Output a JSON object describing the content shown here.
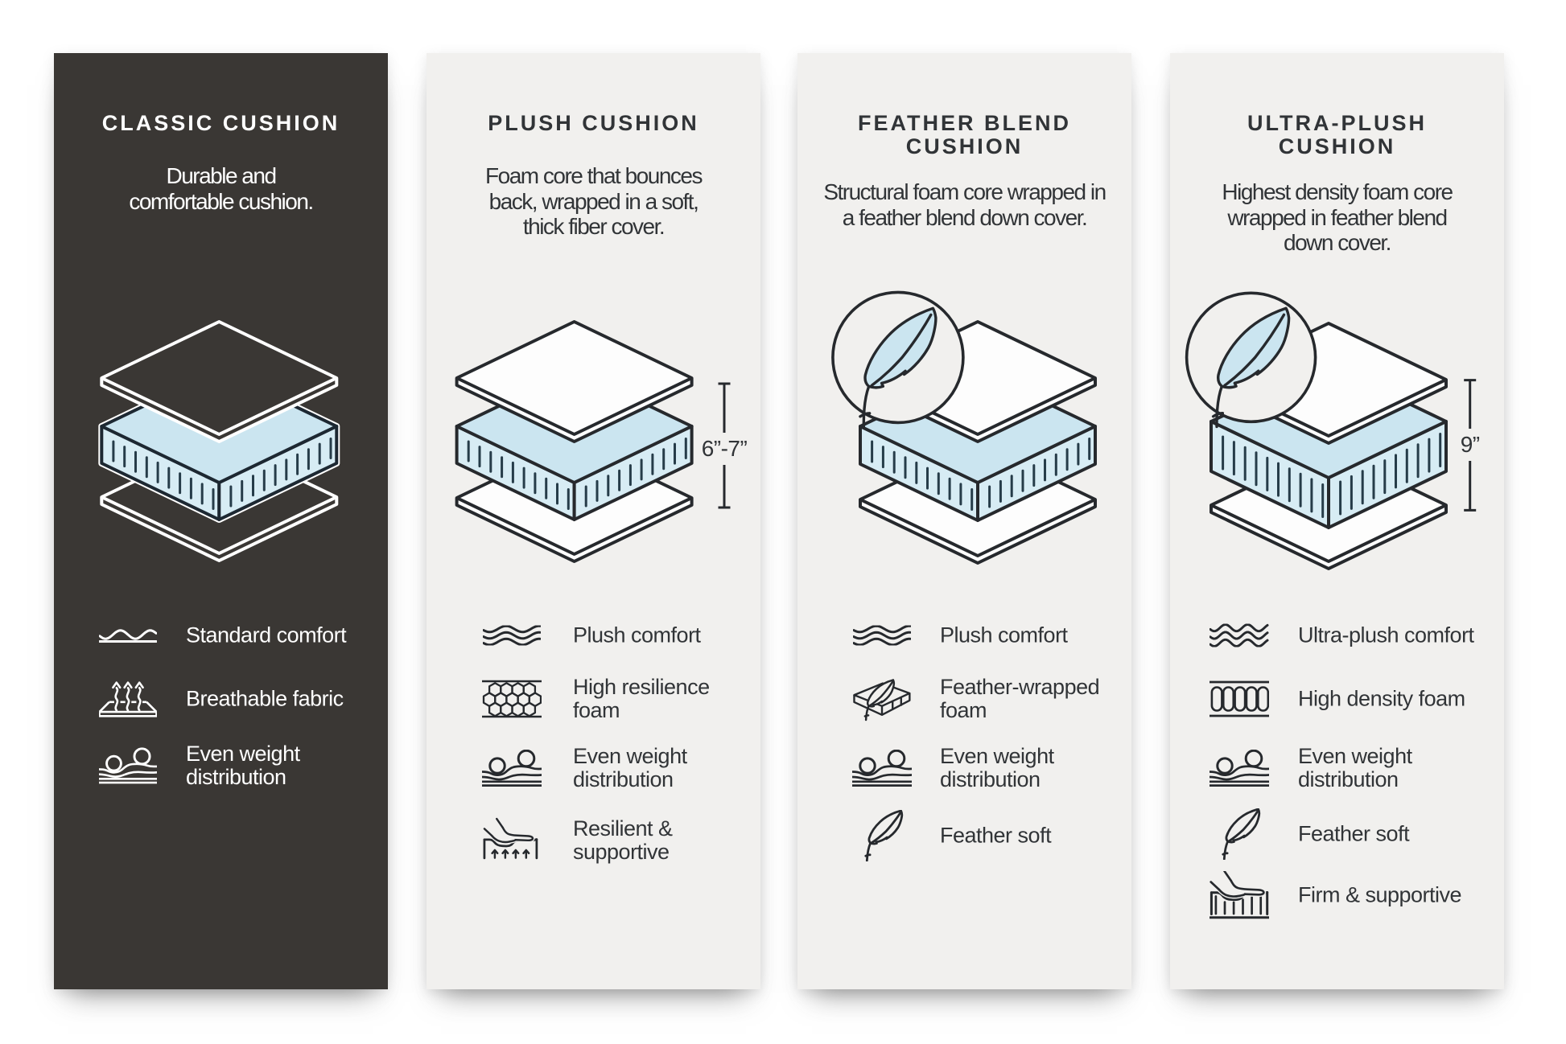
{
  "infographic": {
    "type": "cushion comparison chart",
    "panels": [
      {
        "id": "classic-cushion",
        "theme": "dark",
        "title": "CLASSIC CUSHION",
        "description": "Durable and\ncomfortable cushion.",
        "features": [
          {
            "icon": "standard-comfort-wave-icon",
            "label": "Standard comfort"
          },
          {
            "icon": "breathable-fabric-icon",
            "label": "Breathable fabric"
          },
          {
            "icon": "even-weight-distribution-icon",
            "label": "Even weight\ndistribution"
          }
        ]
      },
      {
        "id": "plush-cushion",
        "theme": "light",
        "title": "PLUSH CUSHION",
        "description": "Foam core that bounces\nback, wrapped in a soft,\nthick fiber cover.",
        "thickness_label": "6”-7”",
        "features": [
          {
            "icon": "plush-comfort-waves-icon",
            "label": "Plush comfort"
          },
          {
            "icon": "high-resilience-foam-icon",
            "label": "High resilience\nfoam"
          },
          {
            "icon": "even-weight-distribution-icon",
            "label": "Even weight\ndistribution"
          },
          {
            "icon": "resilient-supportive-icon",
            "label": "Resilient &\nsupportive"
          }
        ]
      },
      {
        "id": "feather-blend-cushion",
        "theme": "light",
        "title": "FEATHER BLEND\nCUSHION",
        "description": "Structural foam core wrapped in\na feather blend down cover.",
        "features": [
          {
            "icon": "plush-comfort-waves-icon",
            "label": "Plush comfort"
          },
          {
            "icon": "feather-wrapped-foam-icon",
            "label": "Feather-wrapped\nfoam"
          },
          {
            "icon": "even-weight-distribution-icon",
            "label": "Even weight\ndistribution"
          },
          {
            "icon": "feather-soft-icon",
            "label": "Feather soft"
          }
        ]
      },
      {
        "id": "ultra-plush-cushion",
        "theme": "light",
        "title": "ULTRA-PLUSH\nCUSHION",
        "description": "Highest density foam core\nwrapped in feather blend\ndown cover.",
        "thickness_label": "9”",
        "features": [
          {
            "icon": "ultra-plush-comfort-waves-icon",
            "label": "Ultra-plush comfort"
          },
          {
            "icon": "high-density-foam-icon",
            "label": "High density foam"
          },
          {
            "icon": "even-weight-distribution-icon",
            "label": "Even weight\ndistribution"
          },
          {
            "icon": "feather-soft-icon",
            "label": "Feather soft"
          },
          {
            "icon": "firm-supportive-icon",
            "label": "Firm & supportive"
          }
        ]
      }
    ],
    "colors": {
      "dark_panel": "#3a3734",
      "light_panel": "#f1f0ee",
      "foam_blue": "#cbe5f0",
      "text_dark": "#313437",
      "text_light": "#ffffff"
    }
  }
}
